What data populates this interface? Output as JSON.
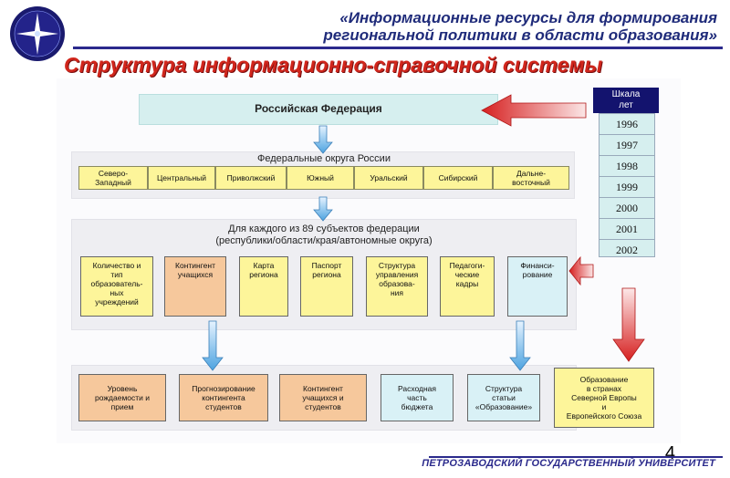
{
  "header": {
    "title_line1": "«Информационные ресурсы для формирования",
    "title_line2": "региональной политики в области образования»"
  },
  "slide_title": "Структура информационно-справочной системы",
  "diagram": {
    "top_node": "Российская Федерация",
    "districts_label": "Федеральные округа России",
    "districts": [
      "Северо-\nЗападный",
      "Центральный",
      "Приволжский",
      "Южный",
      "Уральский",
      "Сибирский",
      "Дальне-\nвосточный"
    ],
    "subjects_label_line1": "Для каждого из 89 субъектов федерации",
    "subjects_label_line2": "(республики/области/края/автономные округа)",
    "subject_items": [
      "Количество и\nтип\nобразователь-\nных\nучреждений",
      "Контингент\nучащихся",
      "Карта\nрегиона",
      "Паспорт\nрегиона",
      "Структура\nуправления\nобразова-\nния",
      "Педагоги-\nческие\nкадры",
      "Финанси-\nрование"
    ],
    "outputs": [
      "Уровень\nрождаемости и\nприем",
      "Прогнозирование\nконтингента\nстудентов",
      "Контингент\nучащихся и\nстудентов",
      "Расходная\nчасть\nбюджета",
      "Структура\nстатьи\n«Образование»",
      "Образование\nв странах\nСеверной Европы\nи\nЕвропейского Союза"
    ]
  },
  "time_scale": {
    "label": "Шкала\nлет",
    "years": [
      "1996",
      "1997",
      "1998",
      "1999",
      "2000",
      "2001",
      "2002"
    ]
  },
  "page_number": "4",
  "footer": "ПЕТРОЗАВОДСКИЙ ГОСУДАРСТВЕННЫЙ УНИВЕРСИТЕТ",
  "colors": {
    "title_red": "#d1261c",
    "navy": "#2b2a8c",
    "yellow": "#fdf59a",
    "orange": "#f6c89c",
    "cyan": "#d9f1f6",
    "arrow_red": "#d62020",
    "arrow_blue": "#4da3e0"
  }
}
